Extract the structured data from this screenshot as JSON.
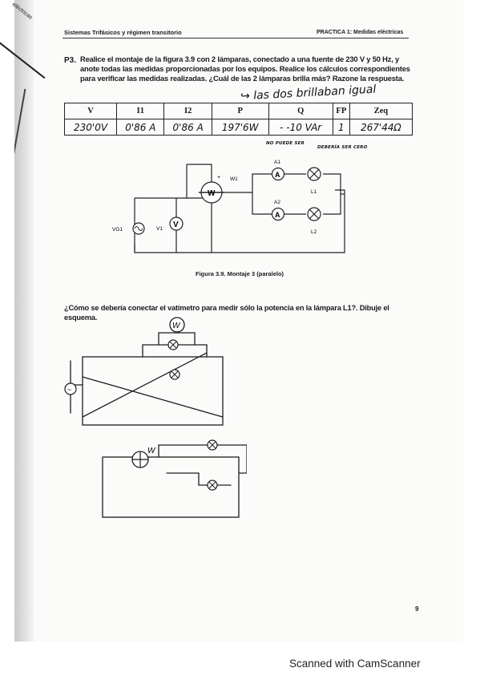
{
  "corner": {
    "tab_text": "eléctricas"
  },
  "header": {
    "left": "Sistemas Trifásicos y régimen transitorio",
    "right": "PRACTICA 1: Medidas eléctricas"
  },
  "question": {
    "number": "P3.",
    "text": "Realice el montaje de la figura 3.9 con 2 lámparas, conectado a una fuente de 230 V y 50 Hz, y anote todas las medidas proporcionadas por los equipos. Realice los cálculos correspondientes para verificar las medidas realizadas. ¿Cuál de las 2 lámparas brilla más? Razone la respuesta.",
    "handwritten_answer": "↪ las dos brillaban igual"
  },
  "table": {
    "headers": [
      "V",
      "I1",
      "I2",
      "P",
      "Q",
      "FP",
      "Zeq"
    ],
    "rows": [
      [
        "230'0V",
        "0'86 A",
        "0'86 A",
        "197'6W",
        "- -10 VAr",
        "1",
        "267'44Ω"
      ]
    ]
  },
  "notes": {
    "q_note": "NO PUEDE SER",
    "fp_note": "DEBERÍA SER CERO"
  },
  "circuit": {
    "labels": {
      "wattmeter": "W1",
      "wattmeter_symbol": "W",
      "ammeter1": "A1",
      "ammeter2": "A2",
      "ammeter_symbol": "A",
      "lamp1": "L1",
      "lamp2": "L2",
      "source": "VG1",
      "voltmeter": "V1",
      "voltmeter_symbol": "V",
      "plus": "+"
    },
    "caption": "Figura 3.9. Montaje 3 (paralelo)"
  },
  "question2": {
    "text": "¿Cómo se debería conectar el vatímetro para medir sólo la potencia en la lámpara L1?. Dibuje el esquema."
  },
  "sketch": {
    "wattmeter_letter": "W",
    "source_symbol": "~"
  },
  "page_number": "9",
  "footer": "Scanned with CamScanner"
}
